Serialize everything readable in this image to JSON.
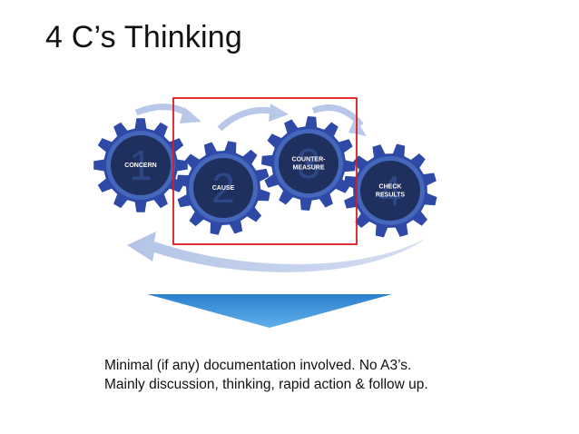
{
  "slide": {
    "title": "4 C’s Thinking",
    "caption_lines": [
      "Minimal (if any) documentation involved. No A3’s.",
      "Mainly discussion, thinking, rapid action & follow up."
    ]
  },
  "gears": [
    {
      "number": "1",
      "label_lines": [
        "CONCERN"
      ]
    },
    {
      "number": "2",
      "label_lines": [
        "CAUSE"
      ]
    },
    {
      "number": "3",
      "label_lines": [
        "COUNTER-",
        "MEASURE"
      ]
    },
    {
      "number": "4",
      "label_lines": [
        "CHECK",
        "RESULTS"
      ]
    }
  ],
  "colors": {
    "gear_teeth": "#2e4aa6",
    "gear_ring": "#4466bb",
    "gear_center": "#1f2f5e",
    "arrow_light": "#b9c8e8",
    "highlight_box": "#e0191e",
    "down_arrow_top": "#2b7fcc",
    "down_arrow_bottom": "#5fb0ea"
  }
}
